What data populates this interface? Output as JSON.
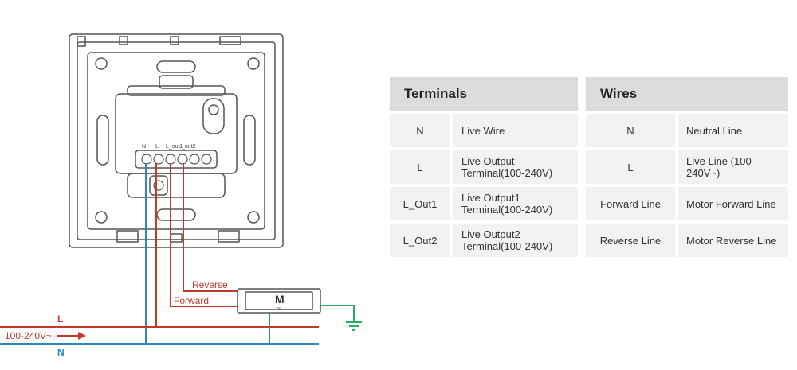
{
  "diagram": {
    "terminal_labels": [
      "N",
      "L",
      "L_out1",
      "L_out2"
    ],
    "reverse_label": "Reverse",
    "forward_label": "Forward",
    "motor_label": "M",
    "motor_tilde": "~",
    "line_label": "L",
    "supply_label": "100-240V~",
    "neutral_label": "N",
    "colors": {
      "red": "#c0392b",
      "blue": "#2e86c1",
      "green": "#27ae60",
      "gray": "#555555"
    }
  },
  "terminals": {
    "header": "Terminals",
    "rows": [
      {
        "terminal": "N",
        "description": "Live Wire"
      },
      {
        "terminal": "L",
        "description": "Live Output Terminal(100-240V)"
      },
      {
        "terminal": "L_Out1",
        "description": "Live Output1 Terminal(100-240V)"
      },
      {
        "terminal": "L_Out2",
        "description": "Live Output2 Terminal(100-240V)"
      }
    ]
  },
  "wires": {
    "header": "Wires",
    "rows": [
      {
        "wire": "N",
        "description": "Neutral Line"
      },
      {
        "wire": "L",
        "description": "Live Line (100-240V~)"
      },
      {
        "wire": "Forward Line",
        "description": "Motor Forward Line"
      },
      {
        "wire": "Reverse Line",
        "description": "Motor Reverse Line"
      }
    ]
  }
}
